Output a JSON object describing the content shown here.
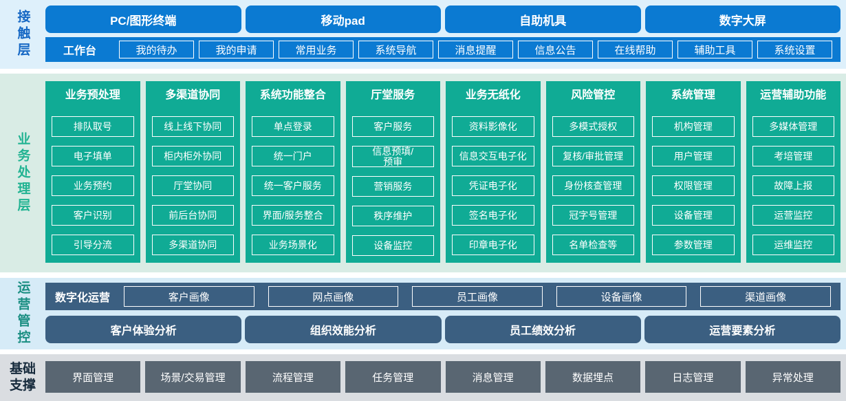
{
  "colors": {
    "blue": "#0b7ad2",
    "green": "#10ab95",
    "dark_blue": "#3b5f81",
    "slate_gray": "#596672",
    "band_contact_bg": "#def0fb",
    "band_business_bg": "#d9ece5",
    "band_operations_bg": "#d6ebf7",
    "band_foundation_bg": "#dadde1",
    "label_contact": "#1668c4",
    "label_business": "#21b392",
    "label_operations": "#1a8e82",
    "label_foundation": "#15293b"
  },
  "layers": {
    "contact": {
      "label": "接触层",
      "terminals": [
        "PC/图形终端",
        "移动pad",
        "自助机具",
        "数字大屏"
      ],
      "workbench": {
        "label": "工作台",
        "items": [
          "我的待办",
          "我的申请",
          "常用业务",
          "系统导航",
          "消息提醒",
          "信息公告",
          "在线帮助",
          "辅助工具",
          "系统设置"
        ]
      }
    },
    "business": {
      "label": "业务处理层",
      "columns": [
        {
          "title": "业务预处理",
          "items": [
            "排队取号",
            "电子填单",
            "业务预约",
            "客户识别",
            "引导分流"
          ]
        },
        {
          "title": "多渠道协同",
          "items": [
            "线上线下协同",
            "柜内柜外协同",
            "厅堂协同",
            "前后台协同",
            "多渠道协同"
          ]
        },
        {
          "title": "系统功能整合",
          "items": [
            "单点登录",
            "统一门户",
            "统一客户服务",
            "界面/服务整合",
            "业务场景化"
          ]
        },
        {
          "title": "厅堂服务",
          "items": [
            "客户服务",
            "信息预填/\n预审",
            "营销服务",
            "秩序维护",
            "设备监控"
          ]
        },
        {
          "title": "业务无纸化",
          "items": [
            "资料影像化",
            "信息交互电子化",
            "凭证电子化",
            "签名电子化",
            "印章电子化"
          ]
        },
        {
          "title": "风险管控",
          "items": [
            "多模式授权",
            "复核/审批管理",
            "身份核查管理",
            "冠字号管理",
            "名单检查等"
          ]
        },
        {
          "title": "系统管理",
          "items": [
            "机构管理",
            "用户管理",
            "权限管理",
            "设备管理",
            "参数管理"
          ]
        },
        {
          "title": "运营辅助功能",
          "items": [
            "多媒体管理",
            "考培管理",
            "故障上报",
            "运营监控",
            "运维监控"
          ]
        }
      ]
    },
    "operations": {
      "label": "运营管控",
      "digital_ops": {
        "label": "数字化运营",
        "items": [
          "客户画像",
          "网点画像",
          "员工画像",
          "设备画像",
          "渠道画像"
        ]
      },
      "analytics": [
        "客户体验分析",
        "组织效能分析",
        "员工绩效分析",
        "运营要素分析"
      ]
    },
    "foundation": {
      "label": "基础\n支撑",
      "items": [
        "界面管理",
        "场景/交易管理",
        "流程管理",
        "任务管理",
        "消息管理",
        "数据埋点",
        "日志管理",
        "异常处理"
      ]
    }
  }
}
